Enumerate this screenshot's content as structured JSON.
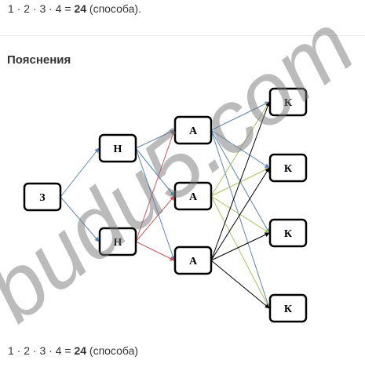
{
  "formula": {
    "expr": "1 · 2 · 3 · 4 =",
    "result": "24",
    "unit": "(способа)."
  },
  "formula_bottom": {
    "expr": "1 · 2 · 3 · 4 =",
    "result": "24",
    "unit": "(способа)"
  },
  "heading": "Пояснения",
  "watermark": "budu5.com",
  "colors": {
    "blue": "#5a85b5",
    "red": "#c65a5a",
    "green": "#a8c460",
    "black": "#000000"
  },
  "tree": {
    "nodes": [
      {
        "id": "z",
        "label": "З"
      },
      {
        "id": "n1",
        "label": "Н"
      },
      {
        "id": "n2",
        "label": "Н"
      },
      {
        "id": "a1",
        "label": "А"
      },
      {
        "id": "a2",
        "label": "А"
      },
      {
        "id": "a3",
        "label": "А"
      },
      {
        "id": "k1",
        "label": "К"
      },
      {
        "id": "k2",
        "label": "К"
      },
      {
        "id": "k3",
        "label": "К"
      },
      {
        "id": "k4",
        "label": "К"
      }
    ],
    "edges": [
      {
        "from": "z",
        "to": "n1",
        "color": "blue"
      },
      {
        "from": "z",
        "to": "n2",
        "color": "blue"
      },
      {
        "from": "n1",
        "to": "a1",
        "color": "blue"
      },
      {
        "from": "n1",
        "to": "a2",
        "color": "blue"
      },
      {
        "from": "n1",
        "to": "a3",
        "color": "blue"
      },
      {
        "from": "n2",
        "to": "a1",
        "color": "red"
      },
      {
        "from": "n2",
        "to": "a2",
        "color": "red"
      },
      {
        "from": "n2",
        "to": "a3",
        "color": "red"
      },
      {
        "from": "a1",
        "to": "k1",
        "color": "blue"
      },
      {
        "from": "a1",
        "to": "k2",
        "color": "blue"
      },
      {
        "from": "a1",
        "to": "k3",
        "color": "blue"
      },
      {
        "from": "a1",
        "to": "k4",
        "color": "blue"
      },
      {
        "from": "a2",
        "to": "k1",
        "color": "green"
      },
      {
        "from": "a2",
        "to": "k2",
        "color": "green"
      },
      {
        "from": "a2",
        "to": "k3",
        "color": "green"
      },
      {
        "from": "a2",
        "to": "k4",
        "color": "green"
      },
      {
        "from": "a3",
        "to": "k1",
        "color": "black"
      },
      {
        "from": "a3",
        "to": "k2",
        "color": "black"
      },
      {
        "from": "a3",
        "to": "k3",
        "color": "black"
      },
      {
        "from": "a3",
        "to": "k4",
        "color": "black"
      }
    ]
  }
}
